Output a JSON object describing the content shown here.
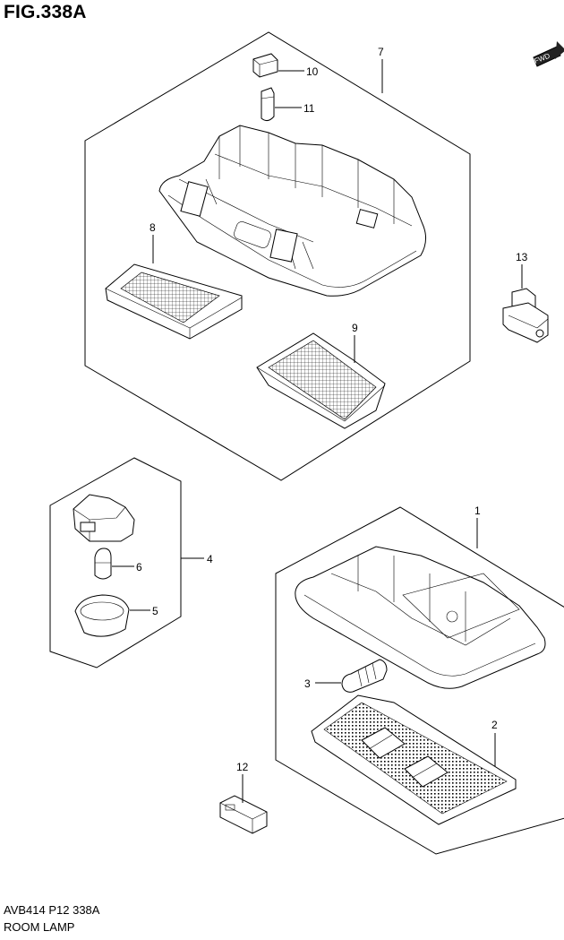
{
  "figure": {
    "title": "FIG.338A"
  },
  "fwd_badge": {
    "label": "FWD"
  },
  "footer": {
    "code": "AVB414 P12 338A",
    "name": "ROOM LAMP"
  },
  "callouts": {
    "c1": "1",
    "c2": "2",
    "c3": "3",
    "c4": "4",
    "c5": "5",
    "c6": "6",
    "c7": "7",
    "c8": "8",
    "c9": "9",
    "c10": "10",
    "c11": "11",
    "c12": "12",
    "c13": "13"
  }
}
